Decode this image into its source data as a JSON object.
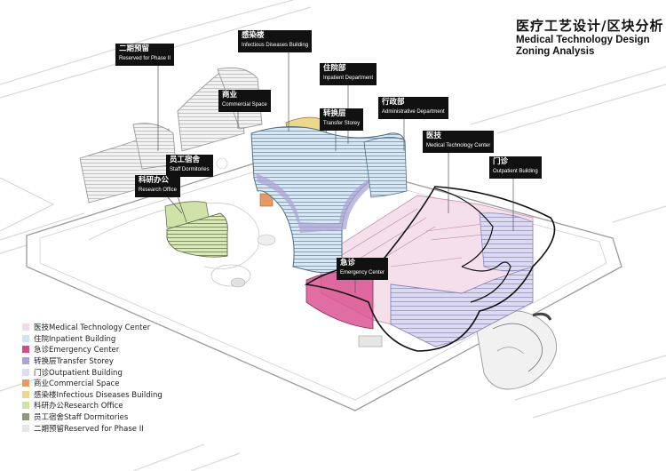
{
  "title": {
    "zh": "医疗工艺设计/区块分析",
    "en_line1": "Medical Technology Design",
    "en_line2": "Zoning Analysis"
  },
  "tags": {
    "phase2": {
      "zh": "二期预留",
      "en": "Reserved for Phase II"
    },
    "infectious": {
      "zh": "感染楼",
      "en": "Infectious Diseases Building"
    },
    "inpatient": {
      "zh": "住院部",
      "en": "Inpatient Department"
    },
    "commercial": {
      "zh": "商业",
      "en": "Commercial Space"
    },
    "administrative": {
      "zh": "行政部",
      "en": "Administrative Department"
    },
    "transfer": {
      "zh": "转换层",
      "en": "Transfer Storey"
    },
    "medtech": {
      "zh": "医技",
      "en": "Medical Technology Center"
    },
    "dormitory": {
      "zh": "员工宿舍",
      "en": "Staff Dormitories"
    },
    "outpatient": {
      "zh": "门诊",
      "en": "Outpatient Building"
    },
    "research": {
      "zh": "科研办公",
      "en": "Research Office"
    },
    "emergency": {
      "zh": "急诊",
      "en": "Emergency Center"
    }
  },
  "legend": [
    {
      "label": "医技Medical Technology Center",
      "color": "#f3d9e6"
    },
    {
      "label": "住院Inpatient Building",
      "color": "#cfe4f5"
    },
    {
      "label": "急诊Emergency Center",
      "color": "#d94a8c"
    },
    {
      "label": "转换层Transfer Storey",
      "color": "#a9a4d6"
    },
    {
      "label": "门诊Outpatient Building",
      "color": "#dedcf2"
    },
    {
      "label": "商业Commercial Space",
      "color": "#e89a62"
    },
    {
      "label": "感染楼Infectious Diseases Building",
      "color": "#ecd78a"
    },
    {
      "label": "科研办公Research Office",
      "color": "#cfe3a8"
    },
    {
      "label": "员工宿舍Staff Dormitories",
      "color": "#8c9c78"
    },
    {
      "label": "二期预留Reserved for Phase II",
      "color": "#e6e6e6"
    }
  ]
}
